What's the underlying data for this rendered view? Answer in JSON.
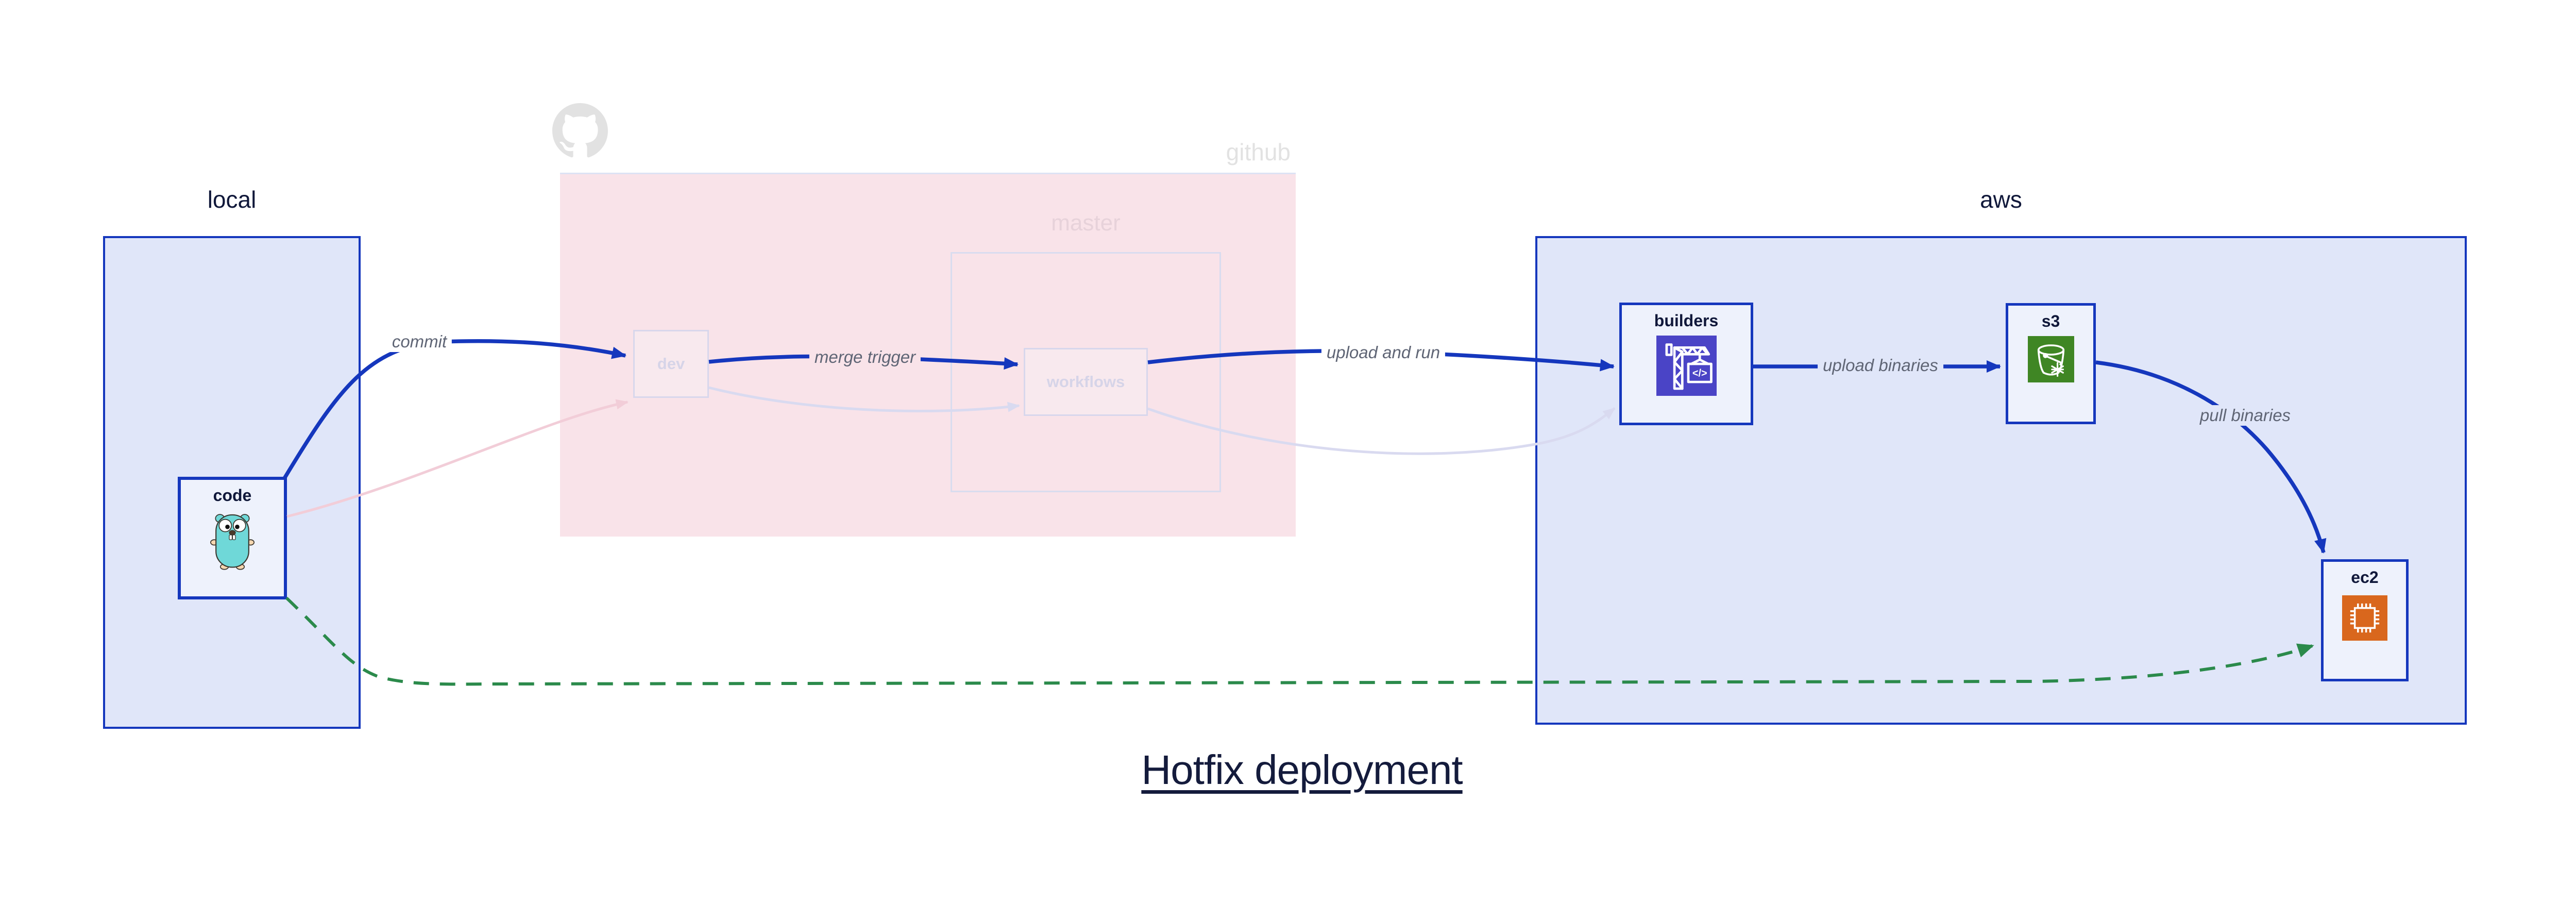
{
  "title": "Hotfix deployment",
  "groups": {
    "local": {
      "label": "local"
    },
    "github": {
      "label": "github",
      "icon": "github-octocat-icon"
    },
    "master": {
      "label": "master"
    },
    "aws": {
      "label": "aws"
    }
  },
  "nodes": {
    "code": {
      "label": "code",
      "icon": "go-gopher-icon",
      "state": "active"
    },
    "dev": {
      "label": "dev",
      "icon": null,
      "state": "faded"
    },
    "workflows": {
      "label": "workflows",
      "icon": null,
      "state": "faded"
    },
    "builders": {
      "label": "builders",
      "icon": "aws-codebuild-icon",
      "state": "active"
    },
    "s3": {
      "label": "s3",
      "icon": "aws-s3-bucket-icon",
      "state": "active"
    },
    "ec2": {
      "label": "ec2",
      "icon": "aws-ec2-chip-icon",
      "state": "active"
    }
  },
  "edges": {
    "commit": {
      "label": "commit",
      "from": "code",
      "to": "dev",
      "style": "solid-blue"
    },
    "merge_trigger": {
      "label": "merge trigger",
      "from": "dev",
      "to": "workflows",
      "style": "solid-blue"
    },
    "upload_and_run": {
      "label": "upload and run",
      "from": "workflows",
      "to": "builders",
      "style": "solid-blue"
    },
    "upload_binaries": {
      "label": "upload binaries",
      "from": "builders",
      "to": "s3",
      "style": "solid-blue"
    },
    "pull_binaries": {
      "label": "pull binaries",
      "from": "s3",
      "to": "ec2",
      "style": "solid-blue"
    },
    "hotfix_shortcut": {
      "label": "",
      "from": "code",
      "to": "ec2",
      "style": "dashed-green"
    },
    "faded_previous_flow": [
      {
        "from": "code",
        "to": "dev",
        "style": "faded-pink"
      },
      {
        "from": "dev",
        "to": "workflows",
        "style": "faded-lavender"
      },
      {
        "from": "workflows",
        "to": "builders",
        "style": "faded-lavender"
      }
    ]
  },
  "colors": {
    "accent_blue": "#1537bd",
    "group_fill": "#e0e6f9",
    "node_fill": "#eef2fc",
    "github_pink": "#f9e3e9",
    "faded_border": "#d8d7ec",
    "hotfix_green": "#2b8a4b",
    "codebuild_indigo": "#4a44c6",
    "s3_green": "#3f8624",
    "ec2_orange": "#d9671d",
    "gopher_teal": "#6fd8d8",
    "watermark_gray": "#e2e2e2",
    "edge_label_gray": "#5f6575",
    "title_navy": "#141b3c"
  }
}
